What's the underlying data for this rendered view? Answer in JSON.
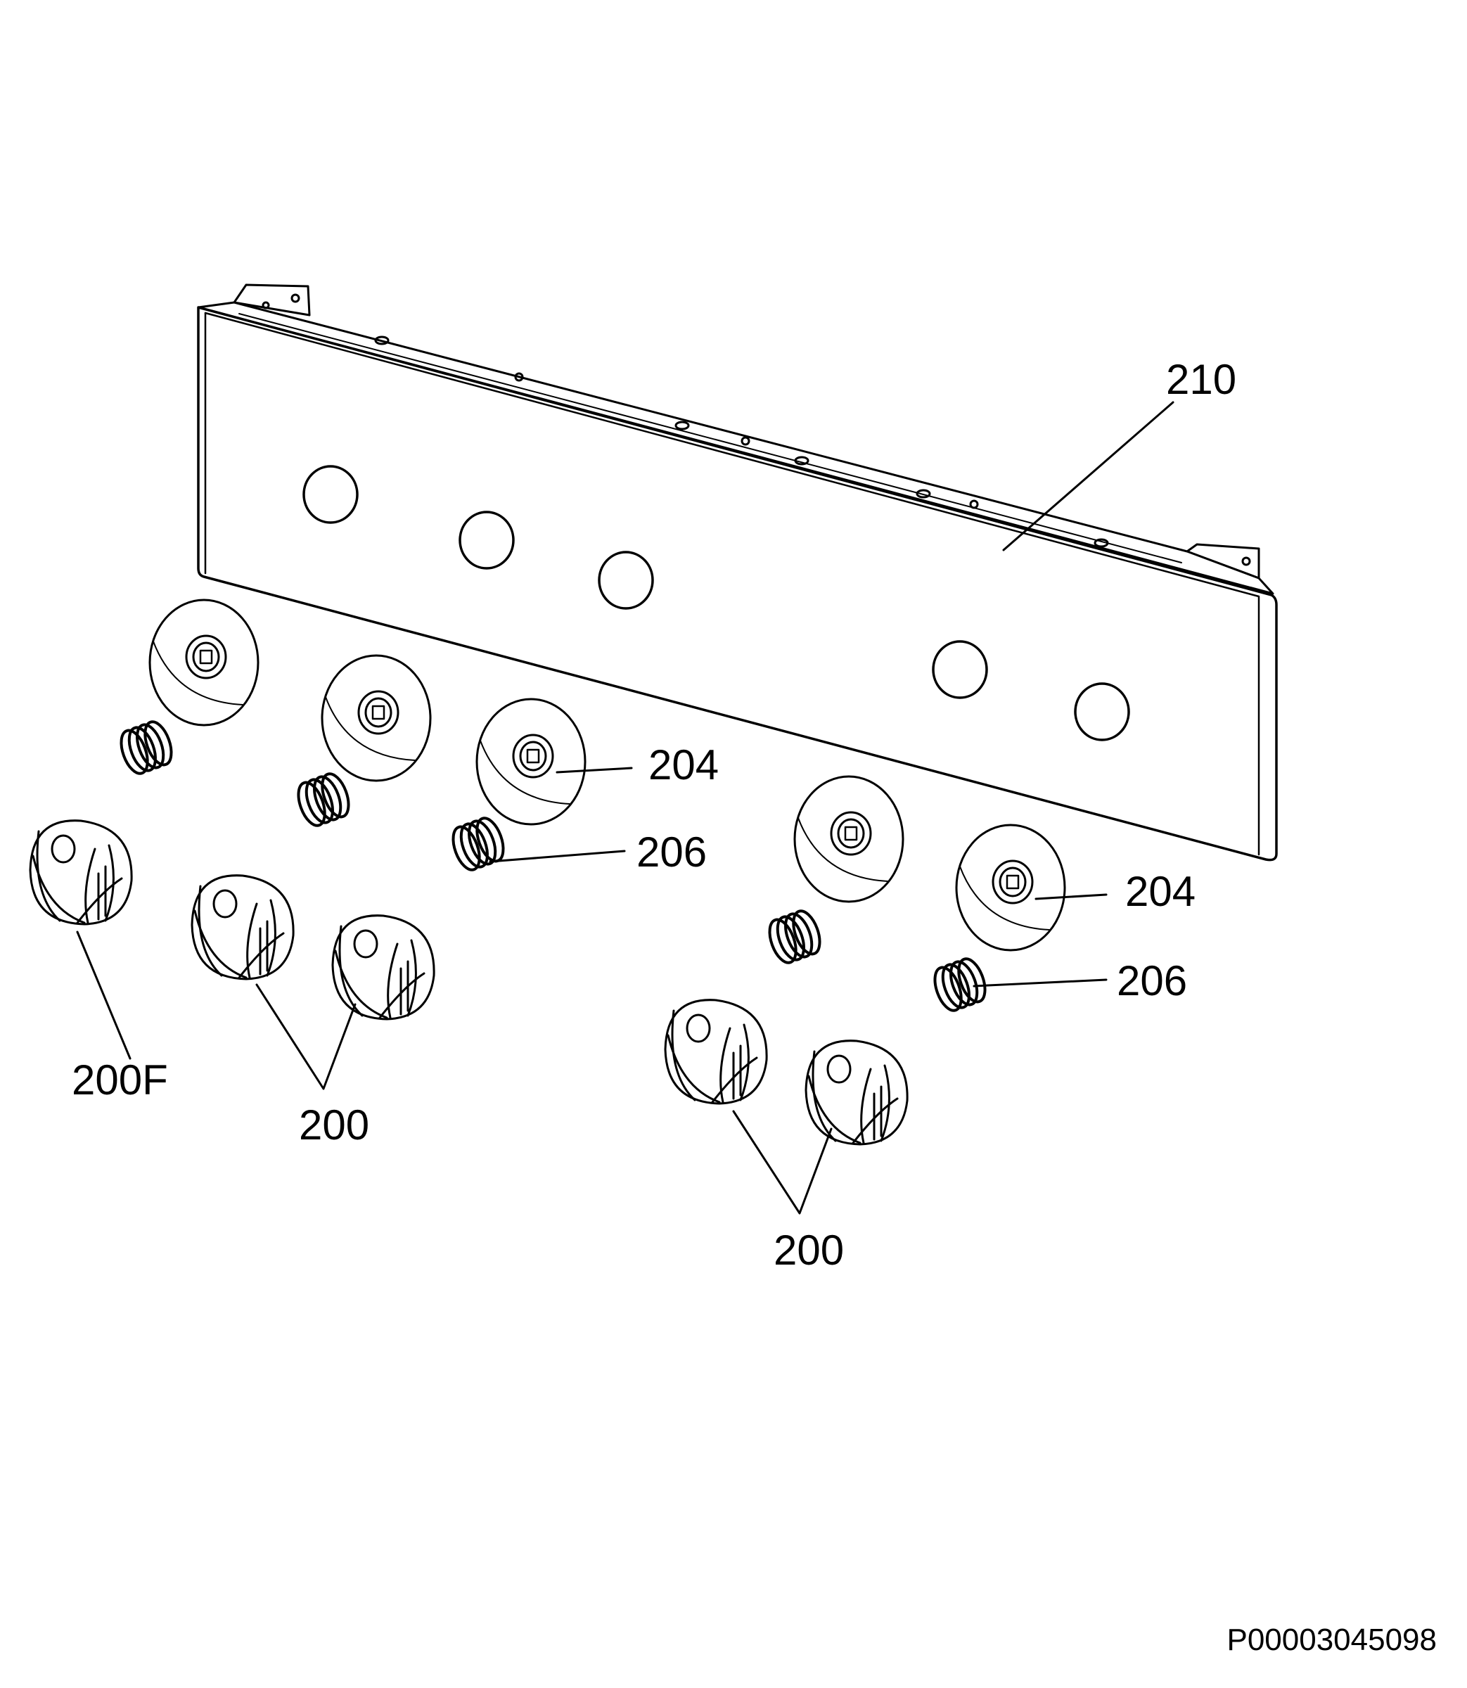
{
  "labels": {
    "panel": "210",
    "ring_upper": "204",
    "spring_upper": "206",
    "ring_lower": "204",
    "spring_lower": "206",
    "knob_special": "200F",
    "knob_group_left": "200",
    "knob_group_right": "200"
  },
  "drawing_code": "P00003045098"
}
